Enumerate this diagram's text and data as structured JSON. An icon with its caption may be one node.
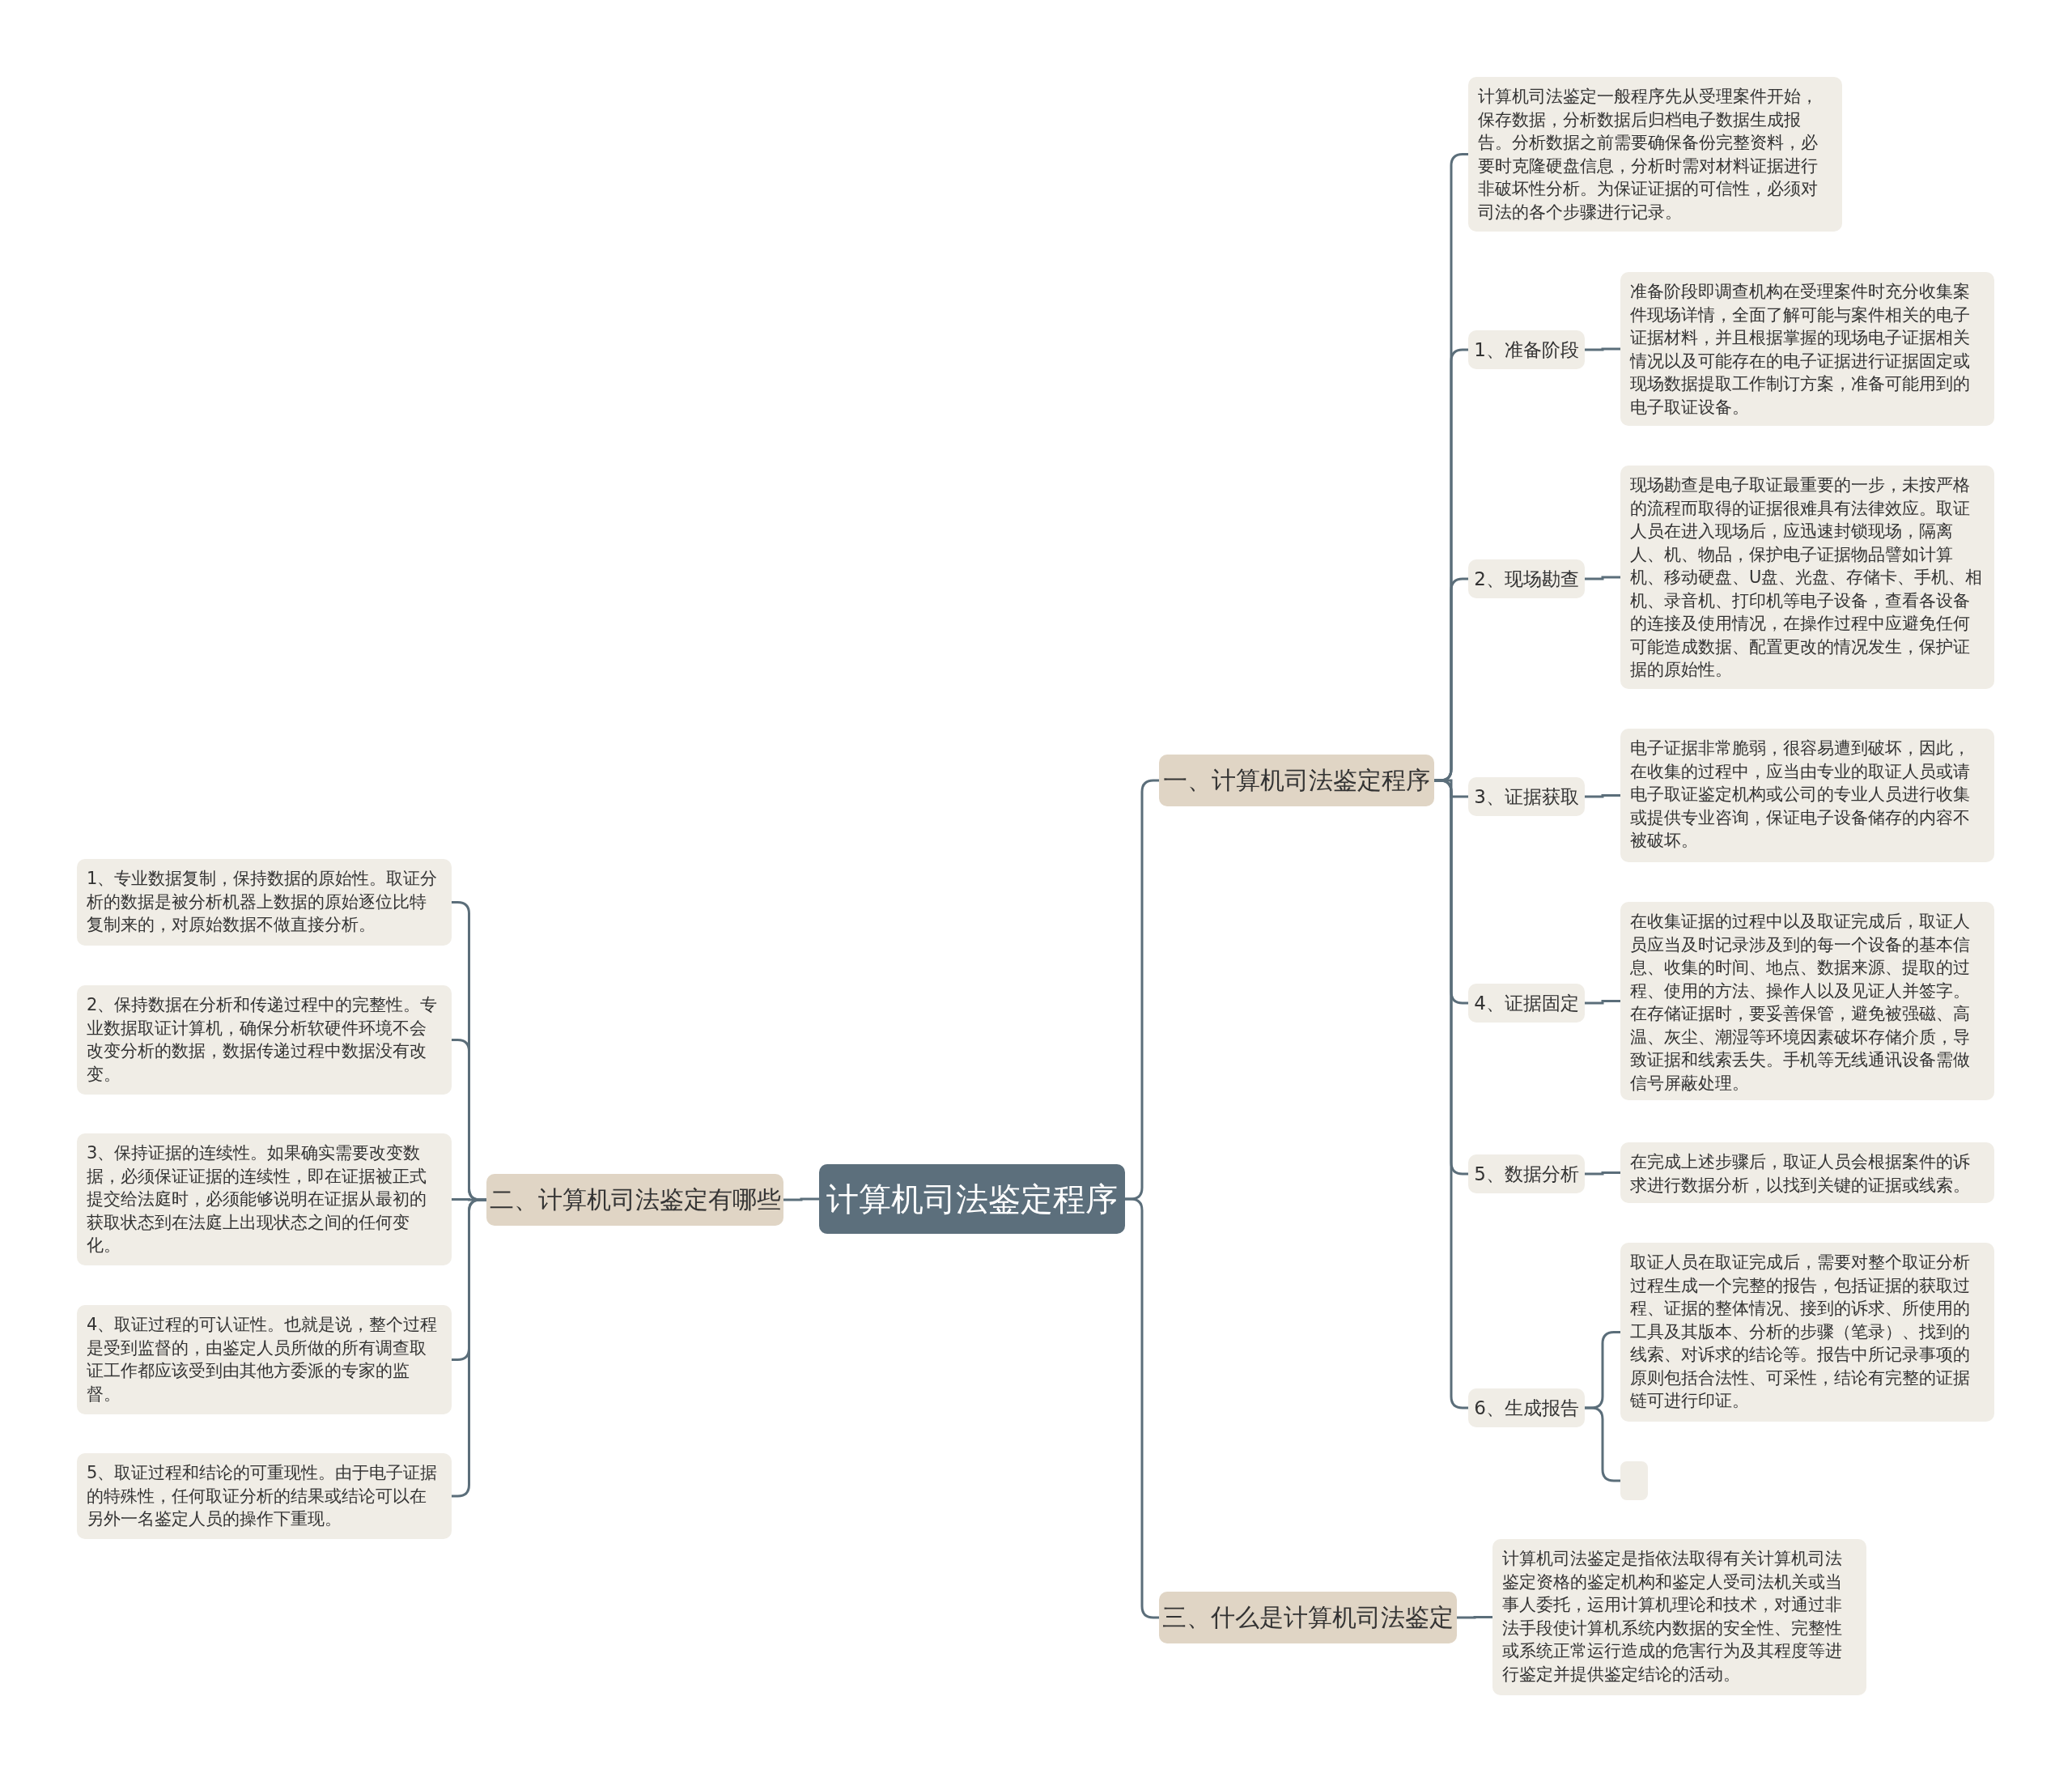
{
  "diagram": {
    "nodes": [
      {
        "text": [
          "计算机司法鉴定程序"
        ]
      },
      {
        "text": [
          "一、计算机司法鉴定程序"
        ]
      },
      {
        "text": [
          "计算机司法鉴定一般程序先从受理案件开始，保存数据，分析数据后归档电子数据生成报告。分析数据之前需要确保备份完整资料，必要时克隆硬盘信息，分析时需对材料证据进行非破坏性分析。为保证证据的可信性，必须对司法的各个步骤进行记录。"
        ]
      },
      {
        "text": [
          "1、准备阶段"
        ]
      },
      {
        "text": [
          "准备阶段即调查机构在受理案件时充分收集案件现场详情，全面了解可能与案件相关的电子证据材料，并且根据掌握的现场电子证据相关情况以及可能存在的电子证据进行证据固定或现场数据提取工作制订方案，准备可能用到的电子取证设备。"
        ]
      },
      {
        "text": [
          "2、现场勘查"
        ]
      },
      {
        "text": [
          "现场勘查是电子取证最重要的一步，未按严格的流程而取得的证据很难具有法律效应。取证人员在进入现场后，应迅速封锁现场，隔离人、机、物品，保护电子证据物品譬如计算机、移动硬盘、U盘、光盘、存储卡、手机、相机、录音机、打印机等电子设备，查看各设备的连接及使用情况，在操作过程中应避免任何可能造成数据、配置更改的情况发生，保护证据的原始性。"
        ]
      },
      {
        "text": [
          "3、证据获取"
        ]
      },
      {
        "text": [
          "电子证据非常脆弱，很容易遭到破坏，因此，在收集的过程中，应当由专业的取证人员或请电子取证鉴定机构或公司的专业人员进行收集或提供专业咨询，保证电子设备储存的内容不被破坏。"
        ]
      },
      {
        "text": [
          "4、证据固定"
        ]
      },
      {
        "text": [
          "在收集证据的过程中以及取证完成后，取证人员应当及时记录涉及到的每一个设备的基本信息、收集的时间、地点、数据来源、提取的过程、使用的方法、操作人以及见证人并签字。在存储证据时，要妥善保管，避免被强磁、高温、灰尘、潮湿等环境因素破坏存储介质，导致证据和线索丢失。手机等无线通讯设备需做信号屏蔽处理。"
        ]
      },
      {
        "text": [
          "5、数据分析"
        ]
      },
      {
        "text": [
          "在完成上述步骤后，取证人员会根据案件的诉求进行数据分析，以找到关键的证据或线索。"
        ]
      },
      {
        "text": [
          "6、生成报告"
        ]
      },
      {
        "text": [
          "取证人员在取证完成后，需要对整个取证分析过程生成一个完整的报告，包括证据的获取过程、证据的整体情况、接到的诉求、所使用的工具及其版本、分析的步骤（笔录）、找到的线索、对诉求的结论等。报告中所记录事项的原则包括合法性、可采性，结论有完整的证据链可进行印证。"
        ]
      },
      {
        "text": [],
        "shape": "box"
      },
      {
        "text": [
          "三、什么是计算机司法鉴定"
        ]
      },
      {
        "text": [
          "计算机司法鉴定是指依法取得有关计算机司法鉴定资格的鉴定机构和鉴定人受司法机关或当事人委托，运用计算机理论和技术，对通过非法手段使计算机系统内数据的安全性、完整性或系统正常运行造成的危害行为及其程度等进行鉴定并提供鉴定结论的活动。"
        ]
      },
      {
        "text": [
          "二、计算机司法鉴定有哪些"
        ]
      },
      {
        "text": [
          "1、专业数据复制，保持数据的原始性。取证分析的数据是被分析机器上数据的原始逐位比特复制来的，对原始数据不做直接分析。"
        ]
      },
      {
        "text": [
          "2、保持数据在分析和传递过程中的完整性。专业数据取证计算机，确保分析软硬件环境不会改变分析的数据，数据传递过程中数据没有改变。"
        ]
      },
      {
        "text": [
          "3、保持证据的连续性。如果确实需要改变数据，必须保证证据的连续性，即在证据被正式提交给法庭时，必须能够说明在证据从最初的获取状态到在法庭上出现状态之间的任何变化。"
        ]
      },
      {
        "text": [
          "4、取证过程的可认证性。也就是说，整个过程是受到监督的，由鉴定人员所做的所有调查取证工作都应该受到由其他方委派的专家的监督。"
        ]
      },
      {
        "text": [
          "5、取证过程和结论的可重现性。由于电子证据的特殊性，任何取证分析的结果或结论可以在另外一名鉴定人员的操作下重现。"
        ]
      }
    ],
    "edges": [
      {
        "from": 0,
        "to": 1,
        "arrow": "none"
      },
      {
        "from": 1,
        "to": 2,
        "arrow": "none"
      },
      {
        "from": 1,
        "to": 3,
        "arrow": "none"
      },
      {
        "from": 3,
        "to": 4,
        "arrow": "none"
      },
      {
        "from": 1,
        "to": 5,
        "arrow": "none"
      },
      {
        "from": 5,
        "to": 6,
        "arrow": "none"
      },
      {
        "from": 1,
        "to": 7,
        "arrow": "none"
      },
      {
        "from": 7,
        "to": 8,
        "arrow": "none"
      },
      {
        "from": 1,
        "to": 9,
        "arrow": "none"
      },
      {
        "from": 9,
        "to": 10,
        "arrow": "none"
      },
      {
        "from": 1,
        "to": 11,
        "arrow": "none"
      },
      {
        "from": 11,
        "to": 12,
        "arrow": "none"
      },
      {
        "from": 1,
        "to": 13,
        "arrow": "none"
      },
      {
        "from": 13,
        "to": 14,
        "arrow": "none"
      },
      {
        "from": 13,
        "to": 15,
        "arrow": "none"
      },
      {
        "from": 0,
        "to": 16,
        "arrow": "none"
      },
      {
        "from": 16,
        "to": 17,
        "arrow": "none"
      },
      {
        "from": 0,
        "to": 18,
        "arrow": "none"
      },
      {
        "from": 18,
        "to": 19,
        "arrow": "none"
      },
      {
        "from": 18,
        "to": 20,
        "arrow": "none"
      },
      {
        "from": 18,
        "to": 21,
        "arrow": "none"
      },
      {
        "from": 18,
        "to": 22,
        "arrow": "none"
      },
      {
        "from": 18,
        "to": 23,
        "arrow": "none"
      }
    ]
  }
}
